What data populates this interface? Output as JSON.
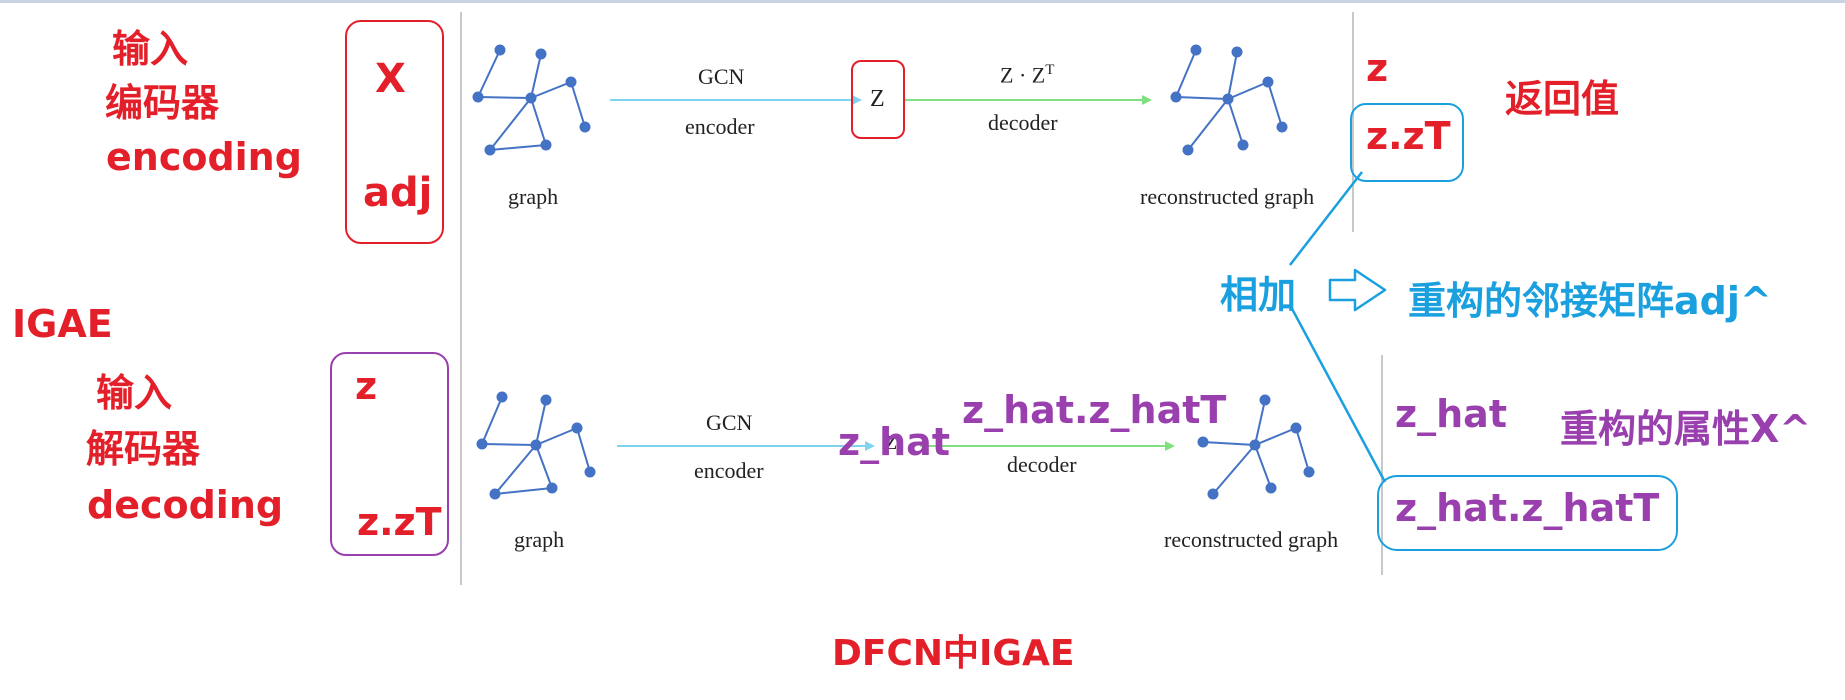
{
  "top": {
    "input_label": "输入",
    "encoder_label": "编码器",
    "encoding_label": "encoding",
    "x_label": "X",
    "adj_label": "adj",
    "graph_label": "graph",
    "gcn_label": "GCN",
    "encoder_word": "encoder",
    "z_node": "Z",
    "decoder_formula": "Z · Z",
    "decoder_superscript": "T",
    "decoder_word": "decoder",
    "reconstructed_label": "reconstructed graph",
    "out_z": "z",
    "out_zzt": "z.zT",
    "return_label": "返回值"
  },
  "igae_label": "IGAE",
  "sum": {
    "label": "相加",
    "result": "重构的邻接矩阵adj^"
  },
  "bottom": {
    "input_label": "输入",
    "decoder_label": "解码器",
    "decoding_label": "decoding",
    "z_label": "z",
    "zzt_label": "z.zT",
    "graph_label": "graph",
    "gcn_label": "GCN",
    "encoder_word": "encoder",
    "z_hat_node": "z_hat",
    "z_hat_node_ghost": "Z",
    "z_hat_product": "z_hat.z_hatT",
    "decoder_word": "decoder",
    "reconstructed_label": "reconstructed graph",
    "out_z_hat": "z_hat",
    "out_attr": "重构的属性X^",
    "out_z_hat_product": "z_hat.z_hatT"
  },
  "caption": "DFCN中IGAE",
  "colors": {
    "red": "#e3202a",
    "blue": "#1aa0df",
    "purple": "#9a3fae",
    "node": "#4472c4",
    "arrow_cyan": "#7fd3ef",
    "arrow_green": "#7ee07e"
  },
  "icons": {
    "graph": "network-graph-icon",
    "arrow": "hollow-right-arrow-icon"
  }
}
